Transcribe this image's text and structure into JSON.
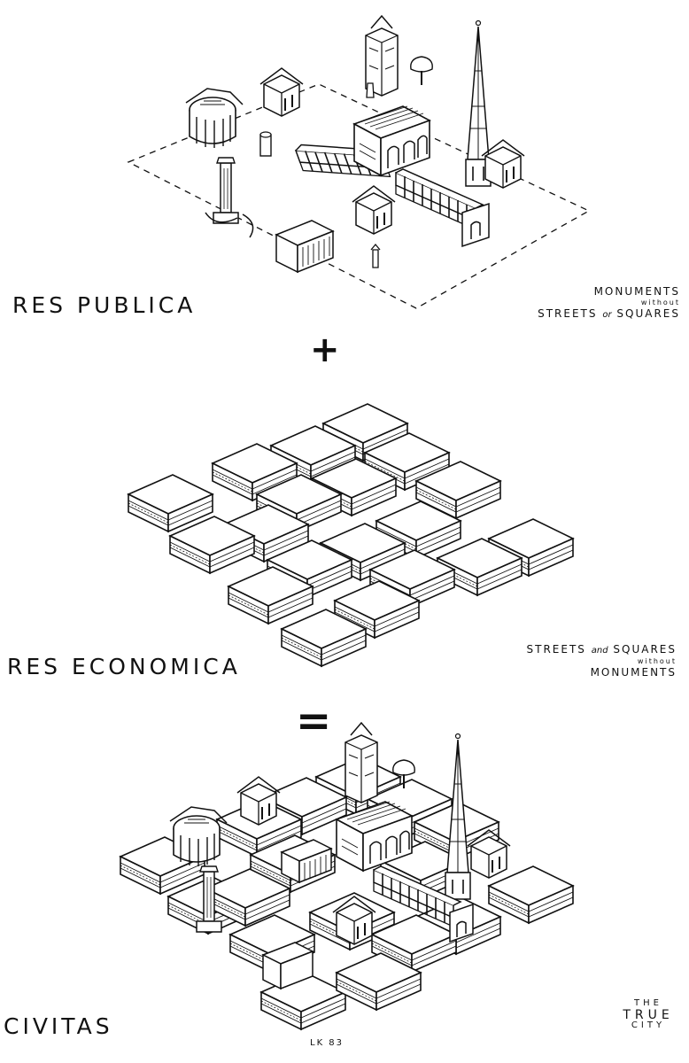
{
  "panels": {
    "res_publica": {
      "title": "RES PUBLICA",
      "caption_line1": "MONUMENTS",
      "caption_line2": "without",
      "caption_line3_a": "STREETS",
      "caption_line3_b": "or",
      "caption_line3_c": "SQUARES"
    },
    "res_economica": {
      "title": "RES ECONOMICA",
      "caption_line1_a": "STREETS",
      "caption_line1_b": "and",
      "caption_line1_c": "SQUARES",
      "caption_line2": "without",
      "caption_line3": "MONUMENTS"
    },
    "civitas": {
      "title": "CIVITAS",
      "caption_line1": "THE",
      "caption_line2": "TRUE",
      "caption_line3": "CITY"
    }
  },
  "operators": {
    "plus": "+",
    "equals": "="
  },
  "signature": "LK 83"
}
